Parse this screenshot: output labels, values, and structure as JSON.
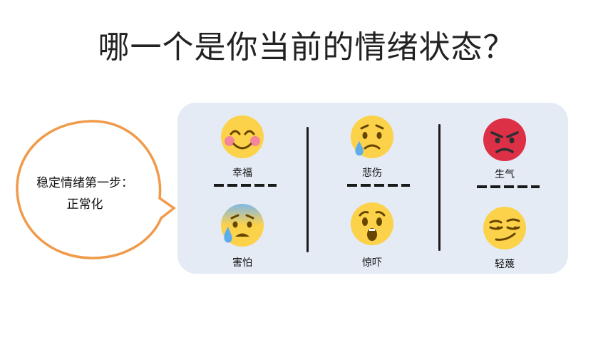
{
  "page": {
    "title": "哪一个是你当前的情绪状态？"
  },
  "bubble": {
    "line1": "稳定情绪第一步：",
    "line2": "正常化"
  },
  "emotions": {
    "happy": "幸福",
    "sad": "悲伤",
    "angry": "生气",
    "afraid": "害怕",
    "shocked": "惊吓",
    "contempt": "轻蔑"
  },
  "colors": {
    "panel": "#e4ebf5",
    "bubble_border": "#f09a4a",
    "emoji_yellow": "#fcd24b",
    "angry_red": "#dd2f45"
  }
}
